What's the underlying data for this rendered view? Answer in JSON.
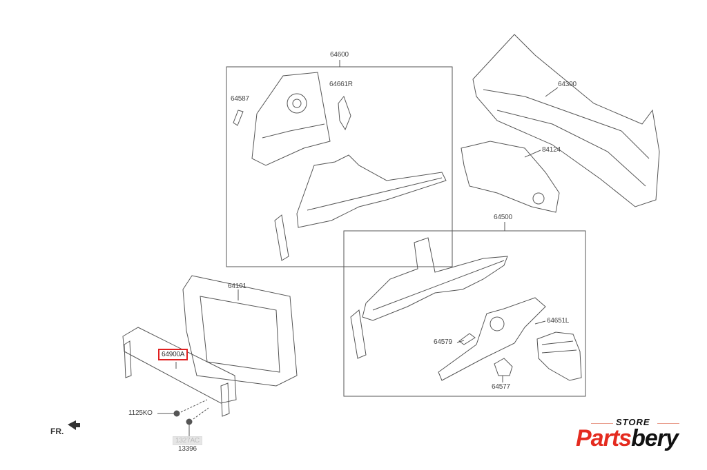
{
  "diagram": {
    "labels": {
      "group_64600": "64600",
      "part_64587": "64587",
      "part_64661R": "64661R",
      "group_64300": "64300",
      "part_84124": "84124",
      "group_64500": "64500",
      "part_64101": "64101",
      "part_64900A": "64900A",
      "part_64651L": "64651L",
      "part_64579": "64579",
      "part_64577": "64577",
      "part_1125KO": "1125KO",
      "part_1327AC": "1327AC",
      "part_13396": "13396"
    },
    "direction_marker": "FR.",
    "highlight_color": "#e02020"
  },
  "logo": {
    "store": "STORE",
    "brand_red": "Parts",
    "brand_black": "bery"
  }
}
